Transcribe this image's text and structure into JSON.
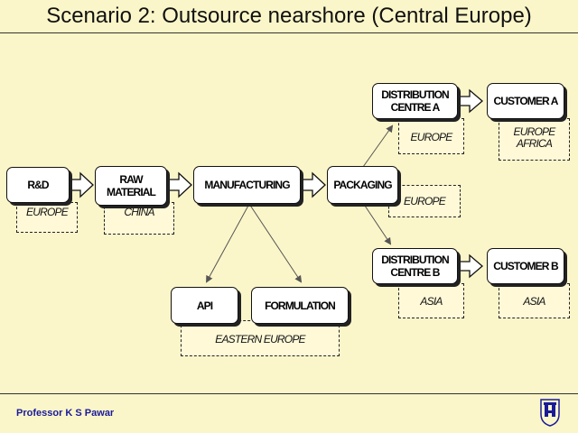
{
  "title": "Scenario 2: Outsource nearshore (Central Europe)",
  "boxes": {
    "rnd": "R&D",
    "raw_material": "RAW\nMATERIAL",
    "manufacturing": "MANUFACTURING",
    "packaging": "PACKAGING",
    "dc_a": "DISTRIBUTION\nCENTRE A",
    "customer_a": "CUSTOMER A",
    "dc_b": "DISTRIBUTION\nCENTRE B",
    "customer_b": "CUSTOMER B",
    "api": "API",
    "formulation": "FORMULATION"
  },
  "locations": {
    "rnd": "EUROPE",
    "raw_material": "CHINA",
    "packaging": "EUROPE",
    "dc_a": "EUROPE",
    "customer_a": "EUROPE\nAFRICA",
    "dc_b": "ASIA",
    "customer_b": "ASIA",
    "manufacturing_split": "EASTERN EUROPE"
  },
  "footer": "Professor K S Pawar",
  "logo_icon": "university-crest-icon"
}
